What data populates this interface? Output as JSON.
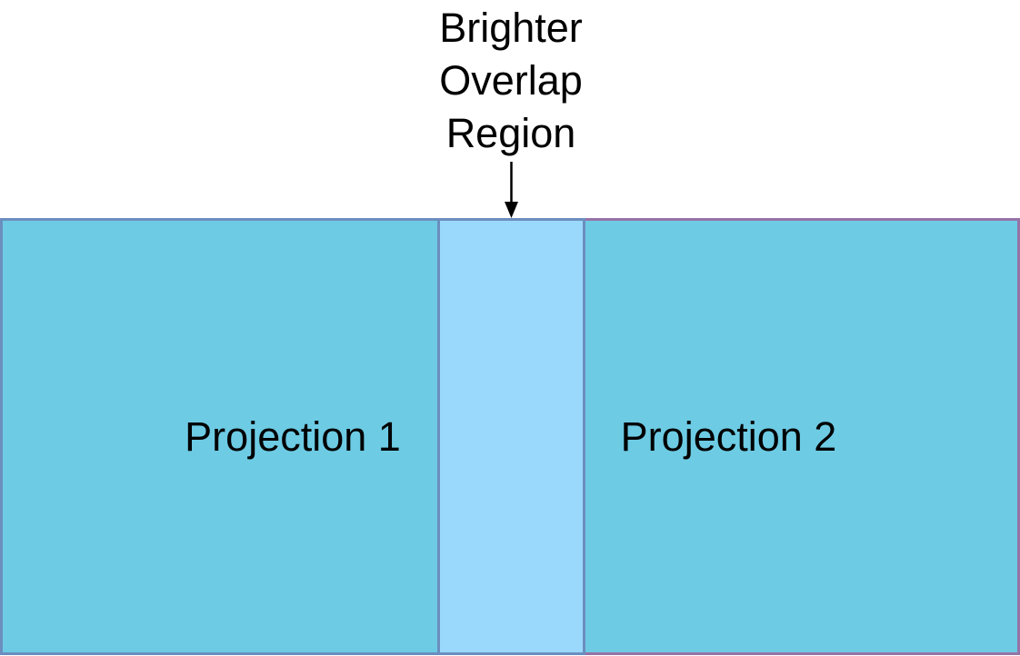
{
  "diagram": {
    "annotation": {
      "lines": [
        "Brighter",
        "Overlap",
        "Region"
      ]
    },
    "regions": {
      "projection1": {
        "label": "Projection 1"
      },
      "projection2": {
        "label": "Projection 2"
      },
      "overlap": {
        "description": "brighter overlap region"
      }
    }
  },
  "colors": {
    "background": "#FFFFFF",
    "region_fill": "#6DCBE4",
    "overlap_fill": "#9AD9FB",
    "projection1_border": "#6C8EBF",
    "projection2_border": "#9673A6",
    "arrow": "#000000",
    "text": "#000000"
  }
}
